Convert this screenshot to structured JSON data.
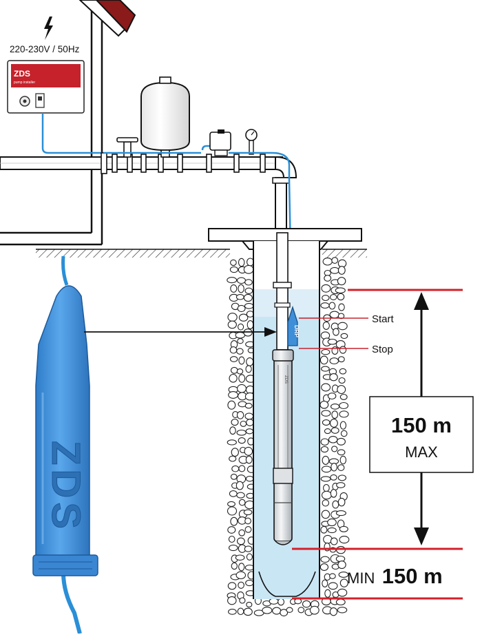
{
  "power": {
    "voltage_label": "220-230V / 50Hz"
  },
  "control_box": {
    "brand": "ZDS",
    "subtitle": "pump installer"
  },
  "float_switch": {
    "tag": "DRP",
    "body_brand": "ZDS"
  },
  "pump": {
    "brand": "ZDS"
  },
  "levels": {
    "start_label": "Start",
    "stop_label": "Stop"
  },
  "depth": {
    "max_value": "150 m",
    "max_label": "MAX",
    "min_prefix": "MIN",
    "min_value": "150 m"
  },
  "colors": {
    "cable": "#2a8fd6",
    "accent_red": "#d4202a",
    "water": "#c9e6f5",
    "float_blue": "#3f8fd8"
  }
}
